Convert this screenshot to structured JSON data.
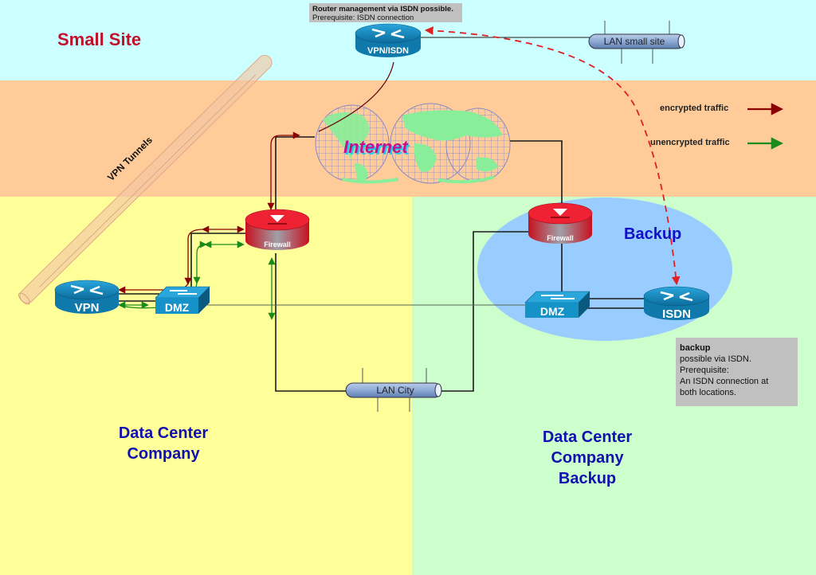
{
  "zones": {
    "small_site": {
      "title": "Small Site",
      "color": "#ccffff",
      "title_color": "#c0102a"
    },
    "internet_band": {
      "color": "#ffcc99"
    },
    "data_center": {
      "title_line1": "Data Center",
      "title_line2": "Company",
      "color": "#ffff99",
      "title_color": "#1010b0"
    },
    "data_center_backup": {
      "title_line1": "Data Center",
      "title_line2": "Company",
      "title_line3": "Backup",
      "color": "#ccffcc",
      "title_color": "#1010b0"
    }
  },
  "notes": {
    "router_mgmt": {
      "line1": "Router management via ISDN possible.",
      "line2": "Prerequisite: ISDN connection"
    },
    "backup": {
      "title": "backup",
      "line1": "possible via ISDN.",
      "line2": "Prerequisite:",
      "line3": "An ISDN connection at",
      "line4": "both locations."
    }
  },
  "devices": {
    "vpn_isdn": {
      "label": "VPN/ISDN",
      "type": "router"
    },
    "lan_small_site": {
      "label": "LAN small site",
      "type": "lan-bus"
    },
    "internet": {
      "label": "Internet",
      "type": "cloud-world-map"
    },
    "firewall_main": {
      "label": "Firewall",
      "type": "firewall"
    },
    "firewall_backup": {
      "label": "Firewall",
      "type": "firewall"
    },
    "vpn_router": {
      "label": "VPN",
      "type": "router"
    },
    "dmz_main": {
      "label": "DMZ",
      "type": "switch"
    },
    "dmz_backup": {
      "label": "DMZ",
      "type": "switch"
    },
    "isdn_router": {
      "label": "ISDN",
      "type": "router"
    },
    "lan_city": {
      "label": "LAN City",
      "type": "lan-bus"
    }
  },
  "vpn_tunnels": {
    "label": "VPN Tunnels"
  },
  "backup_area": {
    "label": "Backup",
    "color": "#99ccff"
  },
  "legend": {
    "items": [
      {
        "label": "encrypted traffic",
        "color": "#8b0000"
      },
      {
        "label": "unencrypted traffic",
        "color": "#1a8a1a"
      }
    ]
  },
  "colors": {
    "encrypted": "#8b0000",
    "unencrypted": "#1a8a1a",
    "isdn_dashed": "#e02020",
    "device_blue": "#1a8fc8",
    "firewall_red": "#e02030"
  }
}
